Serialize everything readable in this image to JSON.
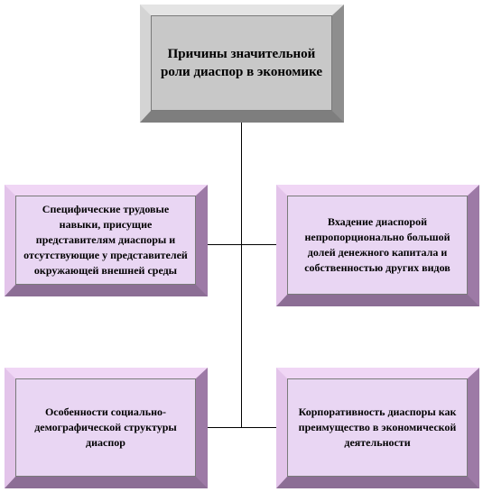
{
  "root": {
    "text": "Причины значительной роли диаспор в экономике"
  },
  "children": [
    {
      "text": "Специфические трудовые навыки, присущие представителям диаспоры и отсутствующие у представителей окружающей внешней среды"
    },
    {
      "text": "Вхадение диаспорой непропорционально большой долей денежного капитала и собственностью других видов"
    },
    {
      "text": "Особенности социально-демографической структуры диаспор"
    },
    {
      "text": "Корпоративность диаспоры как преимущество в экономической деятельности"
    }
  ],
  "colors": {
    "root_fill": "#c8c8c8",
    "child_fill": "#e9d6f3",
    "connector": "#000000"
  }
}
